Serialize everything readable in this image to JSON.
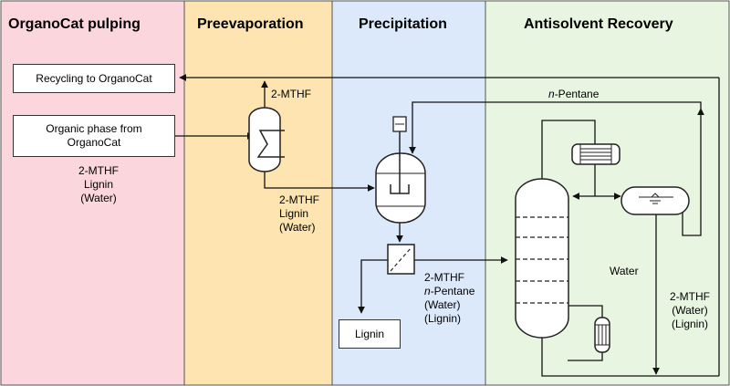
{
  "colors": {
    "pulping_bg": "#fbd6dd",
    "preevap_bg": "#fde4b0",
    "precip_bg": "#dbe9fb",
    "recovery_bg": "#e8f5e0",
    "border": "#555555"
  },
  "sections": {
    "pulping": "OrganoCat pulping",
    "preevaporation": "Preevaporation",
    "precipitation": "Precipitation",
    "recovery": "Antisolvent Recovery"
  },
  "boxes": {
    "recycling": "Recycling to OrganoCat",
    "organic_phase_line1": "Organic phase from",
    "organic_phase_line2": "OrganoCat",
    "lignin": "Lignin"
  },
  "labels": {
    "feed": [
      "2-MTHF",
      "Lignin",
      "(Water)"
    ],
    "evaporator_top": "2-MTHF",
    "evaporator_out": [
      "2-MTHF",
      "Lignin",
      "(Water)"
    ],
    "pentane_italic": "n",
    "pentane_rest": "-Pentane",
    "filter_out_l1": "2-MTHF",
    "filter_out_l3": "(Water)",
    "filter_out_l4": "(Lignin)",
    "water": "Water",
    "bottom_out": [
      "2-MTHF",
      "(Water)",
      "(Lignin)"
    ]
  },
  "icons": [
    "evaporator-icon",
    "reactor-icon",
    "agitator-icon",
    "filter-icon",
    "distillation-column-icon",
    "condenser-icon",
    "decanter-icon",
    "reboiler-icon"
  ]
}
